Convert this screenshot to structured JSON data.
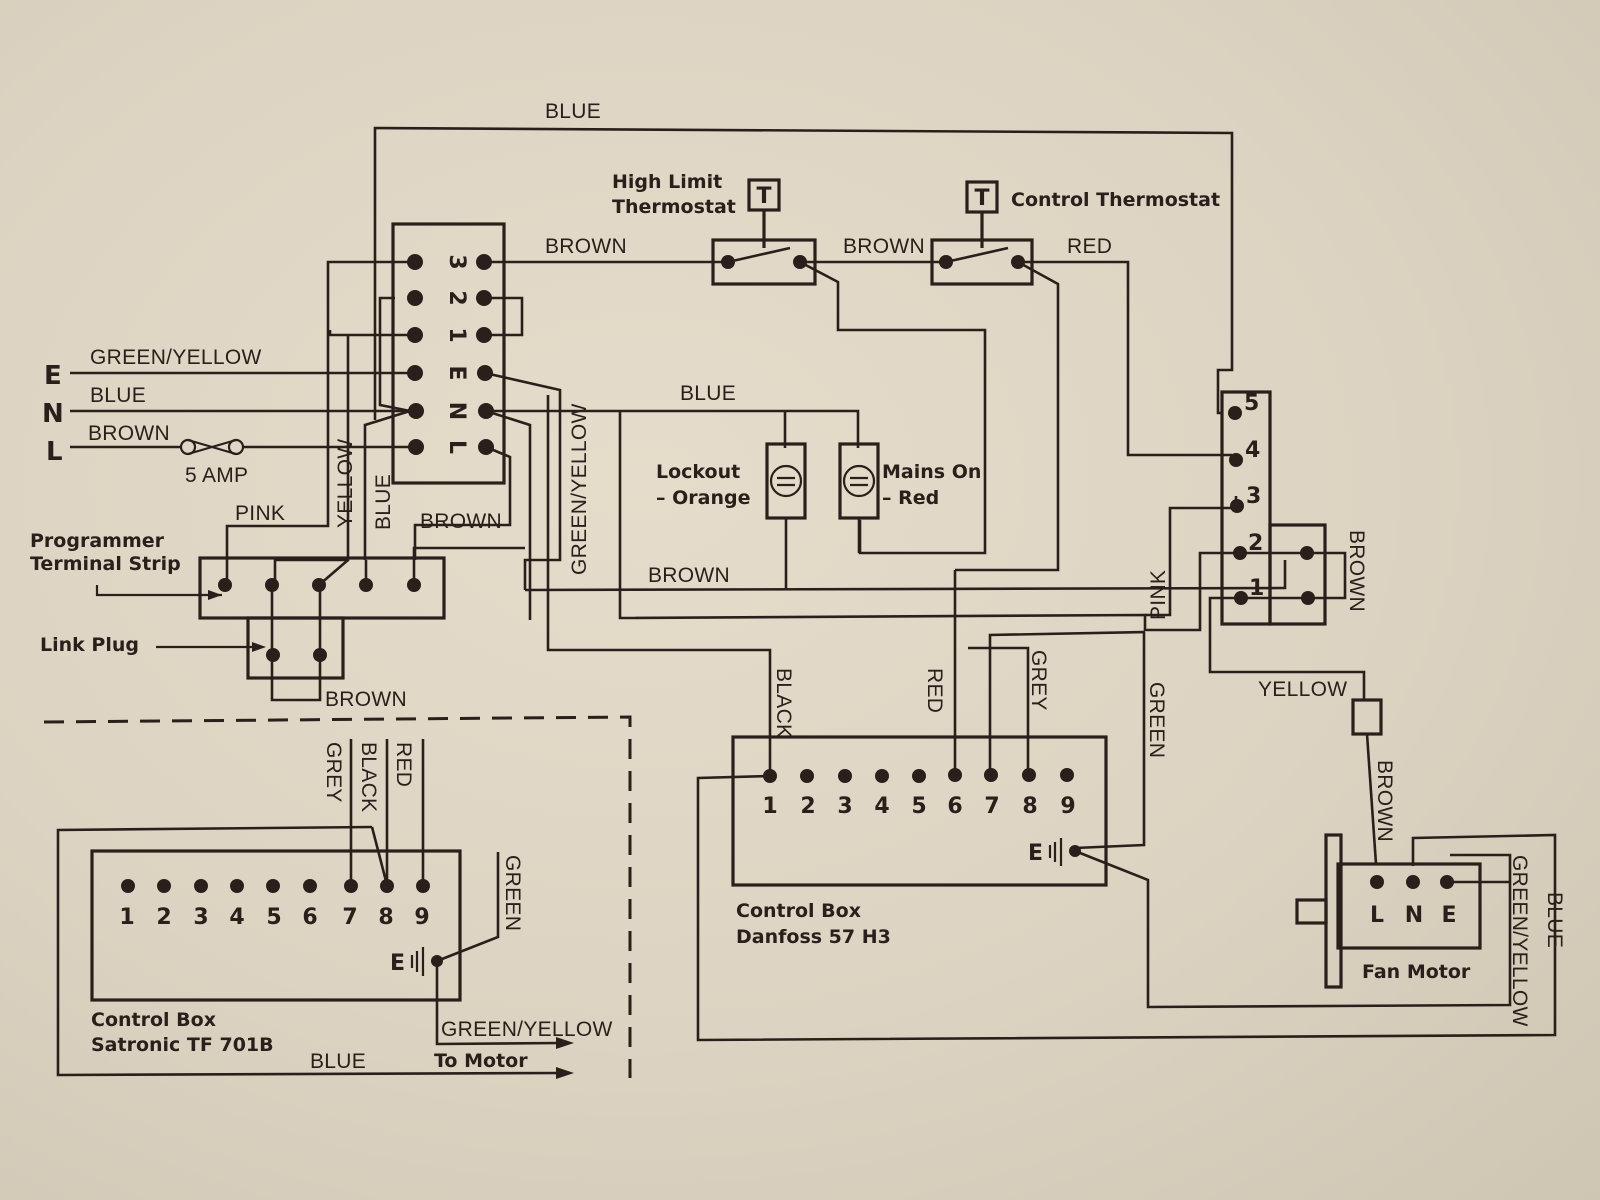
{
  "diagram": {
    "description": "Boiler wiring diagram",
    "supply": {
      "terminals": [
        {
          "letter": "E",
          "wire": "GREEN/YELLOW"
        },
        {
          "letter": "N",
          "wire": "BLUE"
        },
        {
          "letter": "L",
          "wire": "BROWN"
        }
      ],
      "fuse_label": "5 AMP"
    },
    "main_terminal_block": {
      "labels": [
        "3",
        "2",
        "1",
        "E",
        "N",
        "L"
      ]
    },
    "top_wire_label": "BLUE",
    "thermostats": {
      "high_limit": {
        "label_line1": "High Limit",
        "label_line2": "Thermostat",
        "symbol": "T"
      },
      "control": {
        "label": "Control Thermostat",
        "symbol": "T"
      },
      "wire_in": "BROWN",
      "wire_between": "BROWN",
      "wire_out": "RED"
    },
    "neons": {
      "feed_wire": "BLUE",
      "return_wire": "BROWN",
      "lockout": {
        "line1": "Lockout",
        "line2": "– Orange"
      },
      "mains_on": {
        "line1": "Mains On",
        "line2": "– Red"
      }
    },
    "programmer": {
      "label_line1": "Programmer",
      "label_line2": "Terminal Strip",
      "link_plug_label": "Link Plug",
      "wires": {
        "pink": "PINK",
        "yellow": "YELLOW",
        "blue": "BLUE",
        "brown": "BROWN",
        "link_brown": "BROWN"
      }
    },
    "vertical_labels": {
      "green_yellow": "GREEN/YELLOW",
      "black": "BLACK",
      "red": "RED",
      "grey": "GREY",
      "green": "GREEN",
      "pink": "PINK",
      "brown_right": "BROWN",
      "motor_brown": "BROWN",
      "motor_green_yellow": "GREEN/YELLOW",
      "motor_blue": "BLUE"
    },
    "plug_block": {
      "terminals": [
        "5",
        "4",
        "3",
        "2",
        "1"
      ]
    },
    "motor_feed_label": "YELLOW",
    "danfoss": {
      "label_line1": "Control Box",
      "label_line2": "Danfoss 57 H3",
      "terminals": [
        "1",
        "2",
        "3",
        "4",
        "5",
        "6",
        "7",
        "8",
        "9"
      ],
      "earth": "E"
    },
    "fan_motor": {
      "label": "Fan Motor",
      "terminals": [
        "L",
        "N",
        "E"
      ]
    },
    "satronic": {
      "label_line1": "Control Box",
      "label_line2": "Satronic TF 701B",
      "terminals": [
        "1",
        "2",
        "3",
        "4",
        "5",
        "6",
        "7",
        "8",
        "9"
      ],
      "earth": "E",
      "wires": {
        "grey": "GREY",
        "black": "BLACK",
        "red": "RED",
        "green": "GREEN",
        "blue": "BLUE",
        "green_yellow": "GREEN/YELLOW"
      },
      "to_motor": "To Motor"
    }
  }
}
